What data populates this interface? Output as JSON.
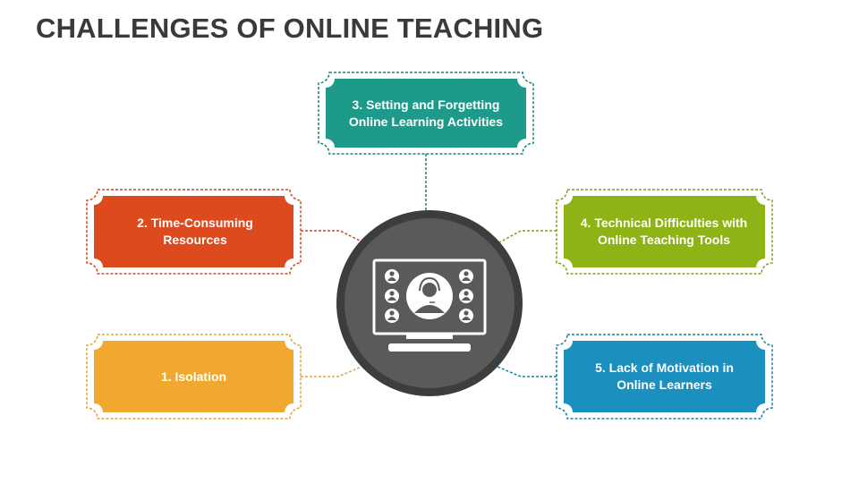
{
  "title": "CHALLENGES OF ONLINE TEACHING",
  "items": [
    {
      "label": "1. Isolation",
      "color": "#F0A92E",
      "line_color": "#E0A33A"
    },
    {
      "label": "2. Time-Consuming Resources",
      "color": "#DD4A1E",
      "line_color": "#C94A24"
    },
    {
      "label": "3. Setting and Forgetting Online Learning Activities",
      "color": "#1E9A8B",
      "line_color": "#1E7F74"
    },
    {
      "label": "4. Technical Difficulties with Online Teaching Tools",
      "color": "#8DB314",
      "line_color": "#7E9E1C"
    },
    {
      "label": "5. Lack of Motivation in Online Learners",
      "color": "#1B8FBE",
      "line_color": "#1C7EA6"
    }
  ],
  "center": {
    "icon": "online-teacher-monitor-icon",
    "ring_color": "#3D3D3D",
    "fill_color": "#5A5A5A"
  }
}
